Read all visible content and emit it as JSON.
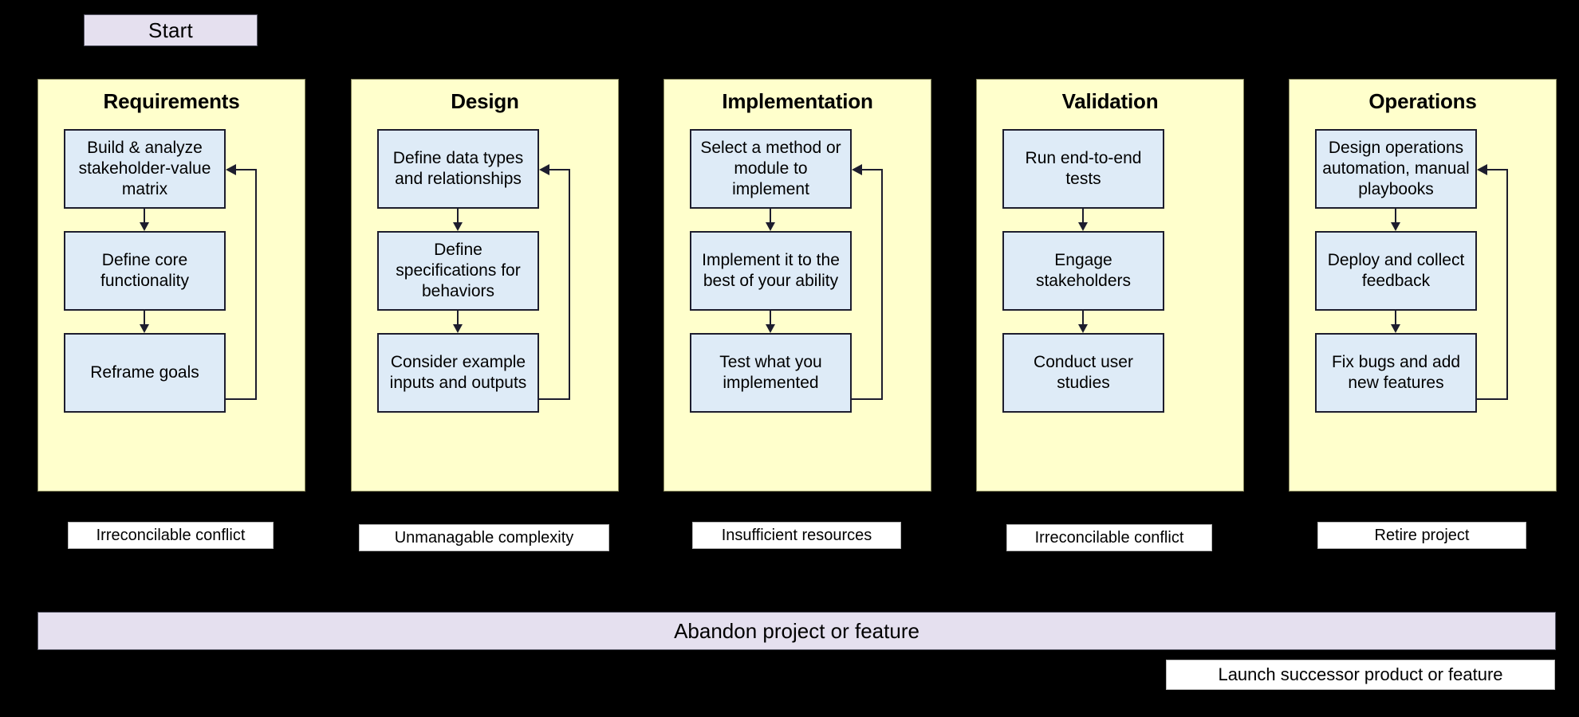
{
  "diagram": {
    "start_label": "Start",
    "abandon_label": "Abandon project or feature",
    "launch_label": "Launch successor product or feature",
    "colors": {
      "panel_fill": "#FFFFCC",
      "step_fill": "#DEEBF7",
      "terminal_fill": "#E5E0EF",
      "exit_fill": "#FFFFFF",
      "stroke": "#1D1D2E",
      "background": "#000000"
    },
    "phases": [
      {
        "title": "Requirements",
        "steps": [
          "Build & analyze stakeholder-value matrix",
          "Define core functionality",
          "Reframe goals"
        ],
        "has_feedback_loop": true,
        "exit_label": "Irreconcilable conflict"
      },
      {
        "title": "Design",
        "steps": [
          "Define data types and relationships",
          "Define specifications for behaviors",
          "Consider example inputs and outputs"
        ],
        "has_feedback_loop": true,
        "exit_label": "Unmanagable complexity"
      },
      {
        "title": "Implementation",
        "steps": [
          "Select a method or module to implement",
          "Implement it to the best of your ability",
          "Test what you implemented"
        ],
        "has_feedback_loop": true,
        "exit_label": "Insufficient resources"
      },
      {
        "title": "Validation",
        "steps": [
          "Run end-to-end tests",
          "Engage stakeholders",
          "Conduct user studies"
        ],
        "has_feedback_loop": false,
        "exit_label": "Irreconcilable conflict"
      },
      {
        "title": "Operations",
        "steps": [
          "Design operations automation, manual playbooks",
          "Deploy and collect feedback",
          "Fix bugs and add new features"
        ],
        "has_feedback_loop": true,
        "exit_label": "Retire project"
      }
    ]
  }
}
